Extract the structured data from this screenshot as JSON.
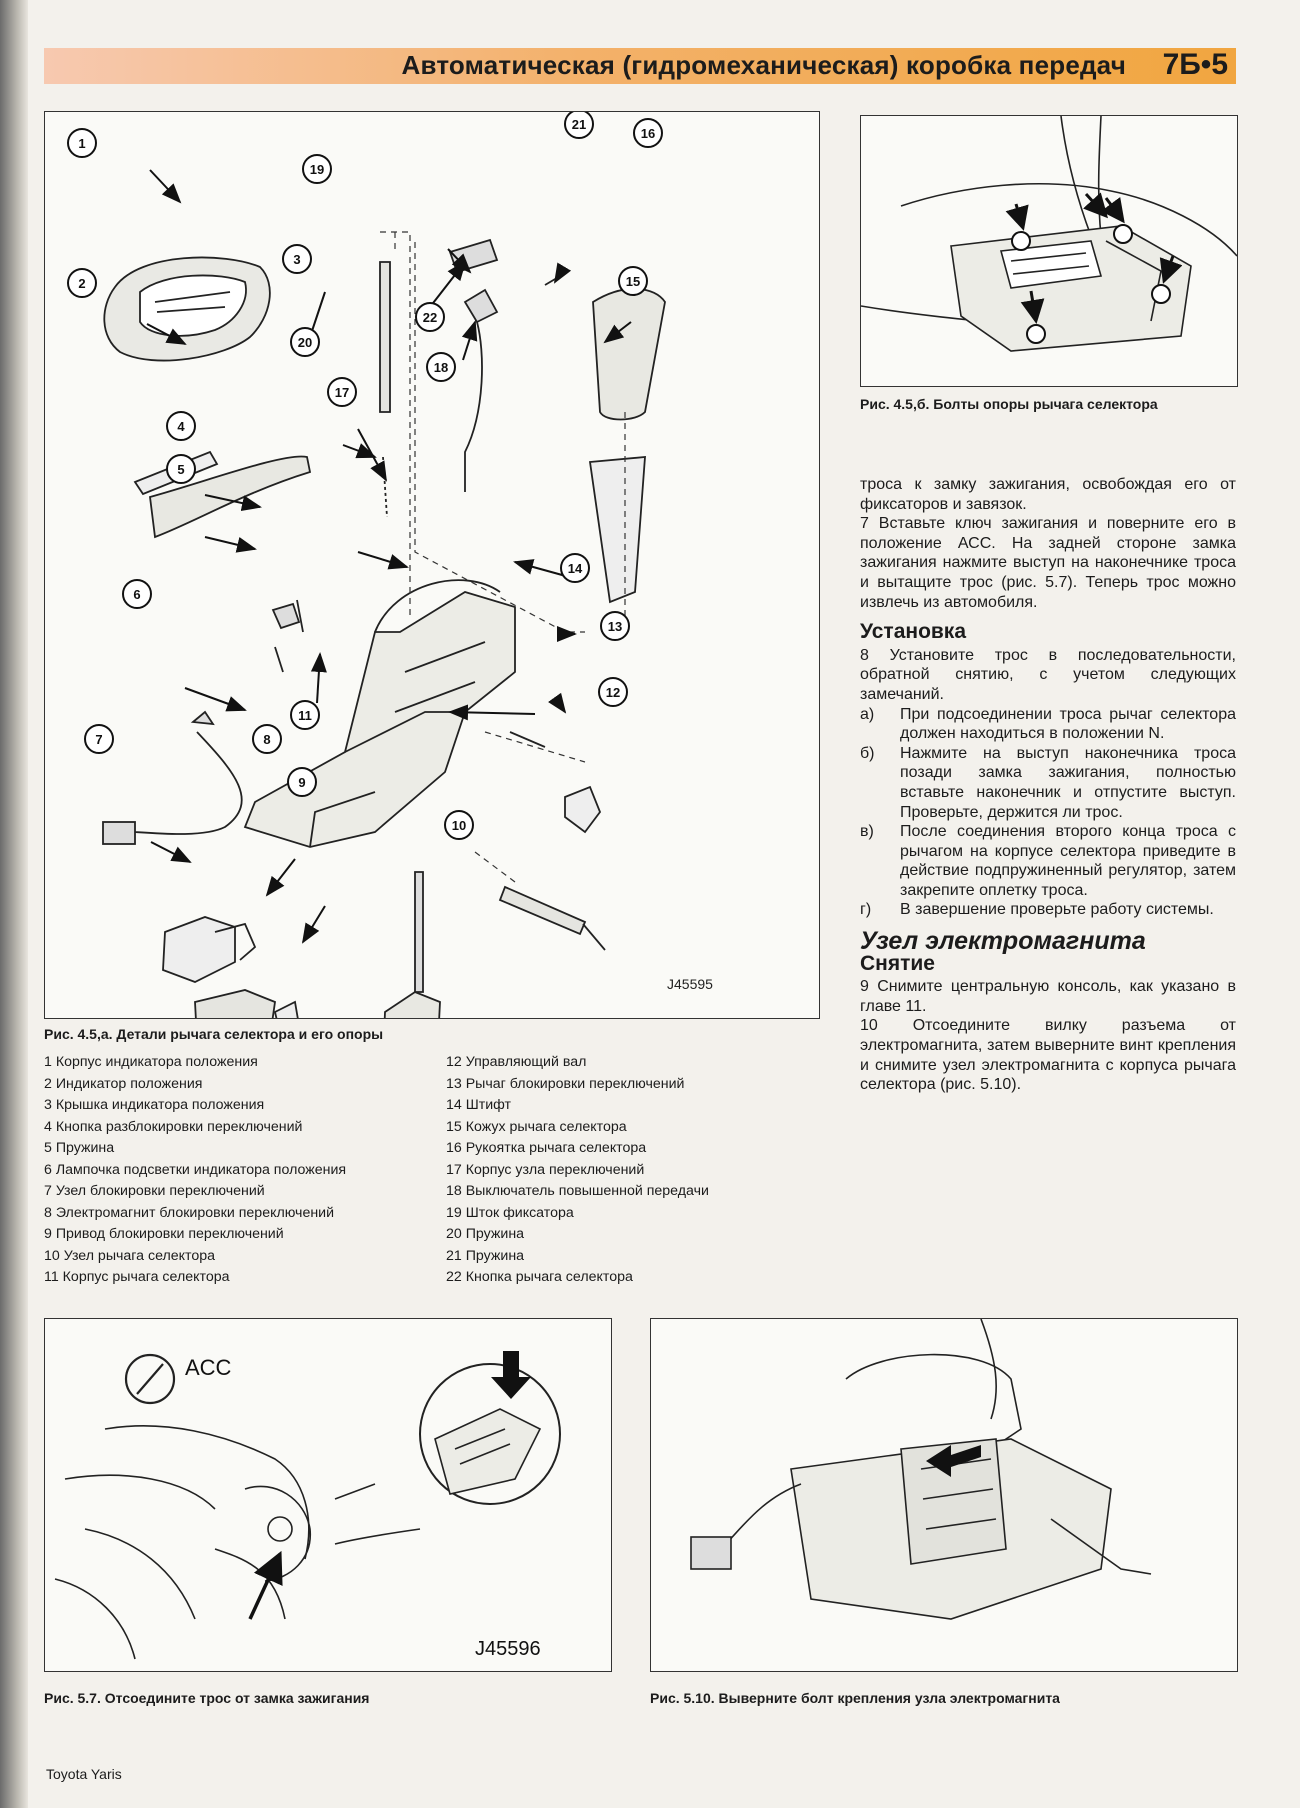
{
  "header": {
    "title": "Автоматическая (гидромеханическая) коробка передач",
    "page": "7Б•5"
  },
  "fig_main": {
    "caption": "Рис. 4.5,а. Детали рычага селектора и его опоры",
    "code": "J45595",
    "callouts": [
      "1",
      "2",
      "3",
      "4",
      "5",
      "6",
      "7",
      "8",
      "9",
      "10",
      "11",
      "12",
      "13",
      "14",
      "15",
      "16",
      "17",
      "18",
      "19",
      "20",
      "21",
      "22"
    ],
    "legend_left": [
      "1   Корпус индикатора положения",
      "2   Индикатор положения",
      "3   Крышка индикатора положения",
      "4   Кнопка разблокировки переключений",
      "5   Пружина",
      "6   Лампочка подсветки индикатора положения",
      "7   Узел блокировки переключений",
      "8   Электромагнит блокировки переключений",
      "9   Привод блокировки переключений",
      "10 Узел рычага селектора",
      "11 Корпус рычага селектора"
    ],
    "legend_right": [
      "12 Управляющий вал",
      "13 Рычаг блокировки переключений",
      "14 Штифт",
      "15 Кожух рычага селектора",
      "16 Рукоятка рычага селектора",
      "17 Корпус узла переключений",
      "18 Выключатель повышенной передачи",
      "19 Шток фиксатора",
      "20 Пружина",
      "21 Пружина",
      "22 Кнопка рычага селектора"
    ]
  },
  "fig_bolts": {
    "caption": "Рис. 4.5,б. Болты опоры рычага селектора"
  },
  "text": {
    "p_cont": "троса к замку зажигания, освобождая его от фиксаторов и завязок.",
    "p7": "7    Вставьте ключ зажигания и поверните его в положение АСС. На задней стороне замка зажигания нажмите выступ на наконечнике троса и вытащите трос (рис. 5.7). Теперь трос можно извлечь из автомобиля.",
    "h_install": "Установка",
    "p8": "8    Установите трос в последовательности, обратной снятию, с учетом следующих замечаний.",
    "items": [
      {
        "label": "а)",
        "body": "При подсоединении троса рычаг селектора должен находиться в положении N."
      },
      {
        "label": "б)",
        "body": "Нажмите на выступ наконечника троса позади замка зажигания, полностью вставьте наконечник и отпустите выступ. Проверьте, держится ли трос."
      },
      {
        "label": "в)",
        "body": "После соединения второго конца троса с рычагом на корпусе селектора приведите в действие подпружиненный регулятор, затем закрепите оплетку троса."
      },
      {
        "label": "г)",
        "body": "В завершение проверьте работу системы."
      }
    ],
    "h_section": "Узел электромагнита",
    "h_removal": "Снятие",
    "p9": "9    Снимите центральную консоль, как указано в главе 11.",
    "p10": "10  Отсоедините вилку разъема от электромагнита, затем выверните винт крепления и снимите узел электромагнита с корпуса рычага селектора (рис. 5.10)."
  },
  "fig_57": {
    "caption": "Рис. 5.7. Отсоедините трос от замка зажигания",
    "label_acc": "ACC",
    "code": "J45596"
  },
  "fig_510": {
    "caption": "Рис. 5.10. Выверните болт крепления узла электромагнита"
  },
  "footer": "Toyota Yaris"
}
